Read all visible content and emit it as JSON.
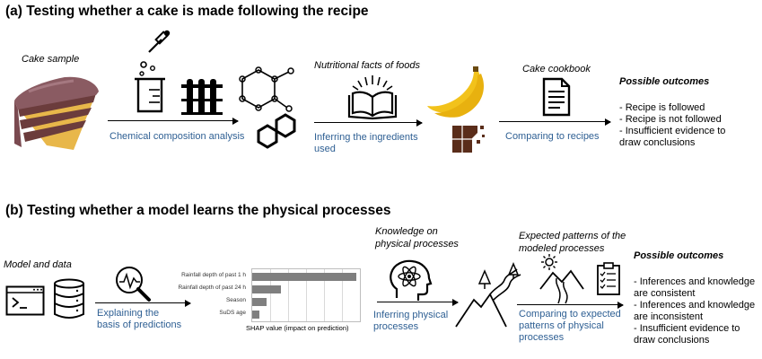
{
  "panel_a": {
    "heading": "(a) Testing whether a cake is made following the recipe",
    "cake_sample_label": "Cake sample",
    "step1_label": "Chemical composition analysis",
    "nutrition_label": "Nutritional facts of foods",
    "step2_label_line1": "Inferring the ingredients",
    "step2_label_line2": "used",
    "cookbook_label": "Cake cookbook",
    "step3_label": "Comparing to recipes",
    "outcomes_title": "Possible outcomes",
    "outcomes": [
      "- Recipe is followed",
      "- Recipe is not followed",
      "- Insufficient evidence to",
      "draw conclusions"
    ]
  },
  "panel_b": {
    "heading": "(b) Testing whether a model learns the physical processes",
    "model_label": "Model and data",
    "step1_label_line1": "Explaining the",
    "step1_label_line2": "basis of predictions",
    "knowledge_label_line1": "Knowledge on",
    "knowledge_label_line2": "physical processes",
    "step2_label_line1": "Inferring physical",
    "step2_label_line2": "processes",
    "expected_label_line1": "Expected patterns of the",
    "expected_label_line2": "modeled processes",
    "step3_label_line1": "Comparing to expected",
    "step3_label_line2": "patterns of physical",
    "step3_label_line3": "processes",
    "outcomes_title": "Possible outcomes",
    "outcomes": [
      "- Inferences and knowledge",
      "are consistent",
      "- Inferences and knowledge",
      "are inconsistent",
      "- Insufficient evidence to",
      "draw conclusions"
    ],
    "shap": {
      "xlabel": "SHAP value (impact on prediction)",
      "features": [
        {
          "name": "Rainfall depth of past 1 h",
          "value": 1.0
        },
        {
          "name": "Rainfall depth of past 24 h",
          "value": 0.28
        },
        {
          "name": "Season",
          "value": 0.14
        },
        {
          "name": "SuDS age",
          "value": 0.07
        }
      ]
    }
  },
  "colors": {
    "accent_text": "#2e5f93",
    "bar": "#7f7f7f",
    "banana": "#f2c21b",
    "chocolate": "#5a2d1a",
    "cake_frosting": "#8a5b62",
    "cake_sponge": "#e8b74a"
  },
  "icons": [
    "cake-icon",
    "dropper-icon",
    "beaker-icon",
    "test-tubes-icon",
    "molecule-icon",
    "book-icon",
    "banana-icon",
    "chocolate-icon",
    "document-icon",
    "terminal-icon",
    "database-icon",
    "magnifier-chart-icon",
    "brain-atom-icon",
    "mountain-river-icon",
    "sun-mountain-icon",
    "clipboard-icon"
  ]
}
